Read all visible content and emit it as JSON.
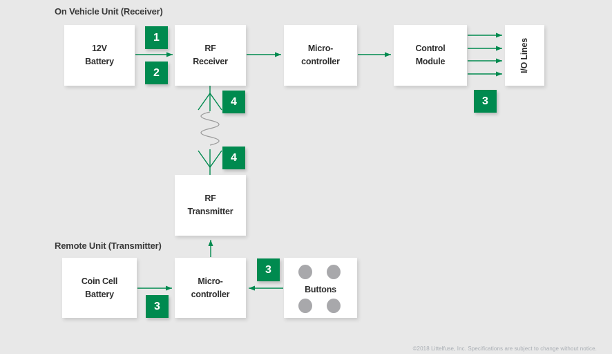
{
  "colors": {
    "background": "#e8e8e8",
    "accent_green": "#008a4f",
    "box_text": "#2e2e2e",
    "wave_gray": "#9b9b9b",
    "button_dot_gray": "#a8a8ab",
    "footer_gray": "#a9aeb4"
  },
  "sections": {
    "receiver": {
      "label": "On Vehicle Unit (Receiver)"
    },
    "remote": {
      "label": "Remote Unit (Transmitter)"
    }
  },
  "blocks": {
    "battery12v": {
      "line1": "12V",
      "line2": "Battery"
    },
    "rf_receiver": {
      "line1": "RF",
      "line2": "Receiver"
    },
    "micro_top": {
      "line1": "Micro-",
      "line2": "controller"
    },
    "control_module": {
      "line1": "Control",
      "line2": "Module"
    },
    "io_lines": {
      "label": "I/O Lines"
    },
    "rf_transmitter": {
      "line1": "RF",
      "line2": "Transmitter"
    },
    "coin_cell": {
      "line1": "Coin Cell",
      "line2": "Battery"
    },
    "micro_bottom": {
      "line1": "Micro-",
      "line2": "controller"
    },
    "buttons": {
      "label": "Buttons"
    }
  },
  "badges": {
    "b1": "1",
    "b2": "2",
    "b4_top": "4",
    "b4_bottom": "4",
    "b3_io": "3",
    "b3_buttons": "3",
    "b3_coin": "3"
  },
  "icons": {
    "antenna_up": "antenna-up-icon",
    "antenna_down": "antenna-down-icon",
    "rf_wave": "rf-wave-icon",
    "button_dots": "button-dot-icon"
  },
  "footer": {
    "text": "©2018 Littelfuse, Inc. Specifications are subject to change without notice."
  }
}
